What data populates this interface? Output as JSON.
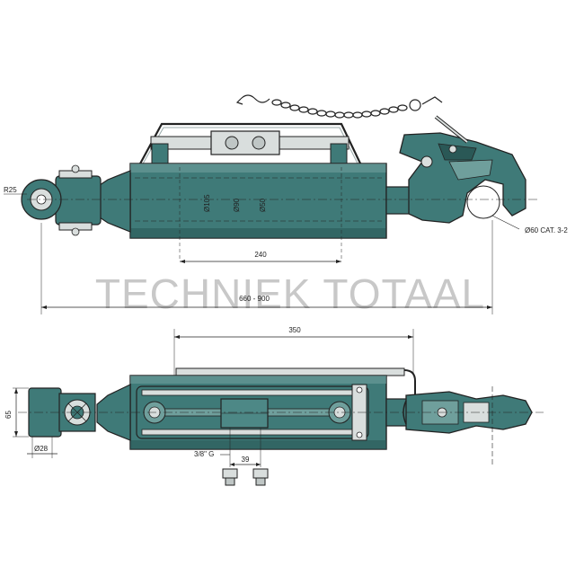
{
  "watermark": "TECHNIEK TOTAAL",
  "colors": {
    "body": "#3f7a78",
    "body_dark": "#2a5856",
    "body_light": "#6f9f9c",
    "metal": "#d9dedd",
    "outline": "#222222"
  },
  "side_view": {
    "radius_label": "R25",
    "diam_105": "Ø105",
    "diam_90": "Ø90",
    "diam_50": "Ø50",
    "dim_240": "240",
    "hook_label": "Ø60 CAT. 3-2",
    "length_range": "660 - 900"
  },
  "top_view": {
    "dim_350": "350",
    "dim_65": "65",
    "diam_28": "Ø28",
    "thread": "3/8\" G",
    "dim_39": "39"
  }
}
